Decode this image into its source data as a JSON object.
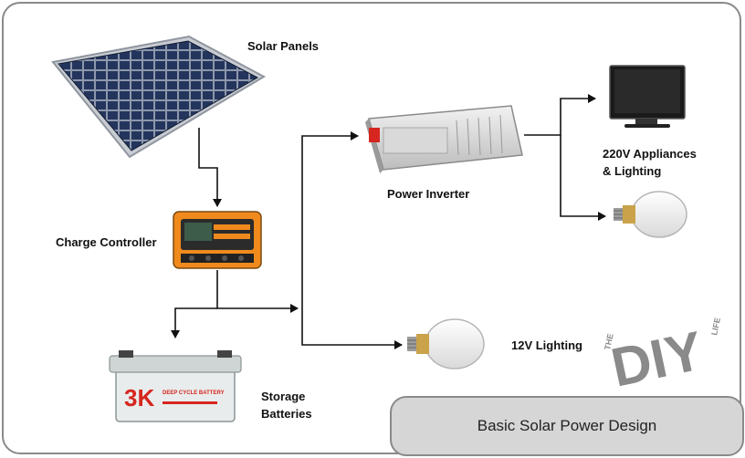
{
  "diagram": {
    "title": "Basic Solar Power Design",
    "labels": {
      "solar_panels": "Solar Panels",
      "charge_controller": "Charge Controller",
      "storage_batteries_line1": "Storage",
      "storage_batteries_line2": "Batteries",
      "power_inverter": "Power Inverter",
      "appliances_line1": "220V Appliances",
      "appliances_line2": "& Lighting",
      "lighting_12v": "12V Lighting"
    },
    "logo": {
      "the": "THE",
      "diy": "DIY",
      "life": "LIFE"
    },
    "battery_brand": "3K",
    "battery_subtext": "DEEP CYCLE BATTERY"
  },
  "colors": {
    "frame": "#8a8a8a",
    "title_box": "#d6d6d6",
    "arrow": "#111111",
    "controller_orange": "#f08a1c",
    "battery_red": "#d6261f",
    "panel_blue": "#1c2a4a",
    "logo_gray": "#8a8a8a"
  }
}
